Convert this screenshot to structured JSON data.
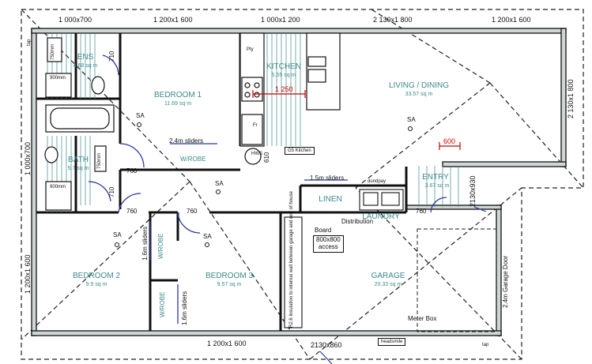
{
  "dimensions_top": [
    "1 000x700",
    "1 200x1 600",
    "1 000x1 200",
    "2 130x1 800",
    "1 200x1 600"
  ],
  "dimensions_left": [
    "1 000x700",
    "1 200x1 600"
  ],
  "dimensions_right": [
    "2 130x1 800",
    "2130x930"
  ],
  "dimensions_bottom": [
    "1 200x1 600",
    "2130x860"
  ],
  "rooms": {
    "ens": {
      "name": "ENS",
      "area": "4.68 sq m"
    },
    "bedroom1": {
      "name": "BEDROOM 1",
      "area": "11.69 sq m"
    },
    "kitchen": {
      "name": "KITCHEN",
      "area": "5.55 sq m"
    },
    "living": {
      "name": "LIVING / DINING",
      "area": "33.57 sq m"
    },
    "bath": {
      "name": "BATH",
      "area": "5.7 sq m"
    },
    "entry": {
      "name": "ENTRY",
      "area": "3.67 sq m"
    },
    "bedroom2": {
      "name": "BEDROOM 2",
      "area": "9.9 sq m"
    },
    "bedroom3": {
      "name": "BEDROOM 3",
      "area": "9.57 sq m"
    },
    "garage": {
      "name": "GARAGE",
      "area": "20.33 sq m"
    },
    "linen": {
      "name": "LINEN"
    },
    "laundry": {
      "name": "LAUNDRY"
    }
  },
  "labels": {
    "pty": "Pty",
    "fr": "Fr",
    "wrobe": "W/ROBE",
    "sliders_24": "2.4m sliders",
    "sliders_15": "1.5m sliders",
    "sliders_16": "1.6m sliders",
    "g5": "G5 Kitchen",
    "sa": "SA",
    "door_710": "710",
    "door_760": "760",
    "door_610": "610",
    "bench_1250": "1 250",
    "entry_600": "600",
    "mm900": "900mm",
    "mm750": "750mm",
    "distribution": "Distribution",
    "board": "Board",
    "access": "800x800\naccess",
    "insulation": "R2.6 Insulation to internal wall between garage and rest of house",
    "garage_door": "2.4m Garage Door",
    "meter_box": "Meter Box",
    "tap": "tap",
    "hws": "HWS",
    "dunnies": "dundpay",
    "headsmile": "headsmile"
  }
}
